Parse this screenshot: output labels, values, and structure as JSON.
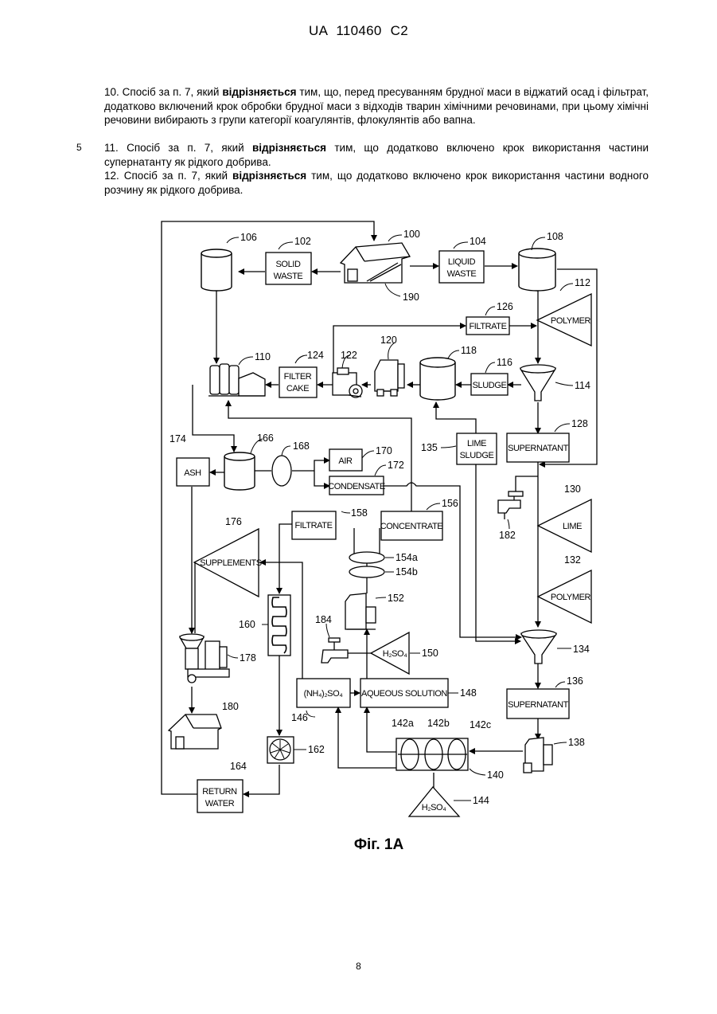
{
  "header": "UA   110460   C2",
  "paragraphs": [
    {
      "pre": "10. Спосіб за п. 7, який ",
      "bold": "відрізняється",
      "post": " тим, що, перед пресуванням брудної маси в віджатий осад і фільтрат, додатково включений крок обробки брудної маси з відходів тварин хімічними речовинами, при цьому хімічні речовини вибирають з групи категорії коагулянтів, флокулянтів або вапна."
    },
    {
      "pre": "11. Спосіб за п. 7, який ",
      "bold": "відрізняється",
      "post": " тим, що додатково включено крок використання частини супернатанту як рідкого добрива."
    },
    {
      "pre": "12. Спосіб за п. 7, який ",
      "bold": "відрізняється",
      "post": " тим, що додатково включено крок використання частини водного розчину як рідкого добрива."
    }
  ],
  "line_number": "5",
  "figure": {
    "caption": "Фіг. 1А",
    "boxes": {
      "solid_waste": [
        "SOLID",
        "WASTE"
      ],
      "liquid_waste": [
        "LIQUID",
        "WASTE"
      ],
      "filtrate_126": "FILTRATE",
      "filter_cake": [
        "FILTER",
        "CAKE"
      ],
      "sludge": "SLUDGE",
      "supernatant_128": "SUPERNATANT",
      "lime_sludge": [
        "LIME",
        "SLUDGE"
      ],
      "ash": "ASH",
      "air": "AIR",
      "condensate": "CONDENSATE",
      "filtrate_158": "FILTRATE",
      "concentrate": "CONCENTRATE",
      "aqueous_solution": "AQUEOUS SOLUTION",
      "ammonium_sulfate": "(NH₄)₂SO₄",
      "supernatant_136": "SUPERNATANT",
      "return_water": [
        "RETURN",
        "WATER"
      ]
    },
    "triangles": {
      "polymer_112": "POLYMER",
      "lime_130": "LIME",
      "polymer_132": "POLYMER",
      "supplements": "SUPPLEMENTS",
      "h2so4_150": "H₂SO₄",
      "h2so4_144": "H₂SO₄"
    },
    "refs": {
      "r100": "100",
      "r102": "102",
      "r104": "104",
      "r106": "106",
      "r108": "108",
      "r110": "110",
      "r112": "112",
      "r114": "114",
      "r116": "116",
      "r118": "118",
      "r120": "120",
      "r122": "122",
      "r124": "124",
      "r126": "126",
      "r128": "128",
      "r130": "130",
      "r132": "132",
      "r134": "134",
      "r135": "135",
      "r136": "136",
      "r138": "138",
      "r140": "140",
      "r142a": "142a",
      "r142b": "142b",
      "r142c": "142c",
      "r144": "144",
      "r146": "146",
      "r148": "148",
      "r150": "150",
      "r152": "152",
      "r154a": "154a",
      "r154b": "154b",
      "r156": "156",
      "r158": "158",
      "r160": "160",
      "r162": "162",
      "r164": "164",
      "r166": "166",
      "r168": "168",
      "r170": "170",
      "r172": "172",
      "r174": "174",
      "r176": "176",
      "r178": "178",
      "r180": "180",
      "r182": "182",
      "r184": "184",
      "r190": "190"
    }
  },
  "page_number": "8"
}
